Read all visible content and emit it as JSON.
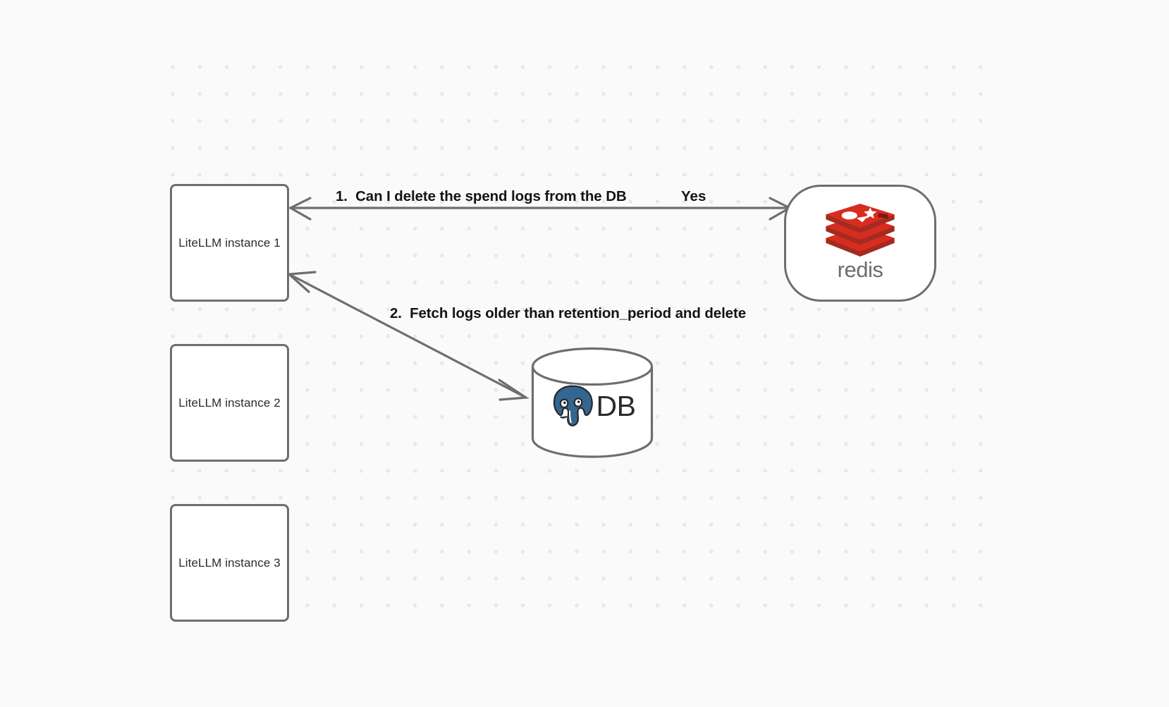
{
  "diagram": {
    "background_color": "#fafafa",
    "grid": {
      "dot_color": "#e8e8e8",
      "spacing": 38
    },
    "nodes": [
      {
        "id": "litellm-1",
        "label": "LiteLLM instance 1",
        "shape": "rounded-rect"
      },
      {
        "id": "litellm-2",
        "label": "LiteLLM instance 2",
        "shape": "rounded-rect"
      },
      {
        "id": "litellm-3",
        "label": "LiteLLM instance 3",
        "shape": "rounded-rect"
      },
      {
        "id": "redis",
        "label": "redis",
        "shape": "stadium",
        "logo": "redis-logo",
        "brand_color": "#d82c20"
      },
      {
        "id": "database",
        "label": "DB",
        "shape": "cylinder",
        "logo": "postgresql-elephant-icon",
        "brand_color": "#336791"
      }
    ],
    "edges": [
      {
        "id": "edge-1",
        "from": "litellm-1",
        "to": "redis",
        "direction": "bidirectional",
        "label": "1.  Can I delete the spend logs from the DB",
        "answer_label": "Yes",
        "stroke": "#6e6e6e"
      },
      {
        "id": "edge-2",
        "from": "litellm-1",
        "to": "database",
        "direction": "bidirectional",
        "label": "2.  Fetch logs older than retention_period and delete",
        "stroke": "#6e6e6e"
      }
    ]
  }
}
